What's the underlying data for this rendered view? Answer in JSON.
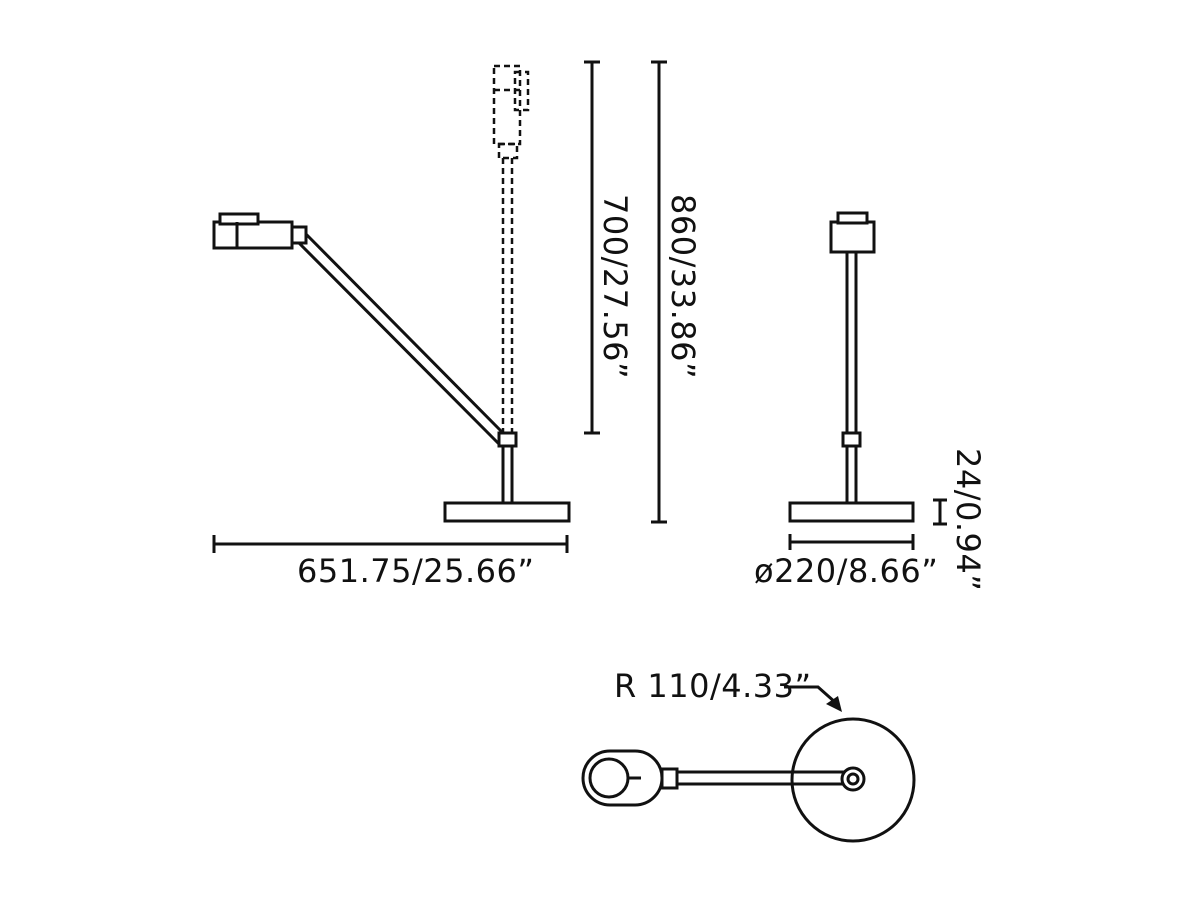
{
  "dimensions": {
    "width_label": "651.75/25.66”",
    "height_min_label": "700/27.56”",
    "height_max_label": "860/33.86”",
    "base_thickness_label": "24/0.94”",
    "base_diameter_label": "ø220/8.66”",
    "base_radius_label": "R 110/4.33”"
  },
  "colors": {
    "line": "#111111",
    "background": "#ffffff"
  }
}
